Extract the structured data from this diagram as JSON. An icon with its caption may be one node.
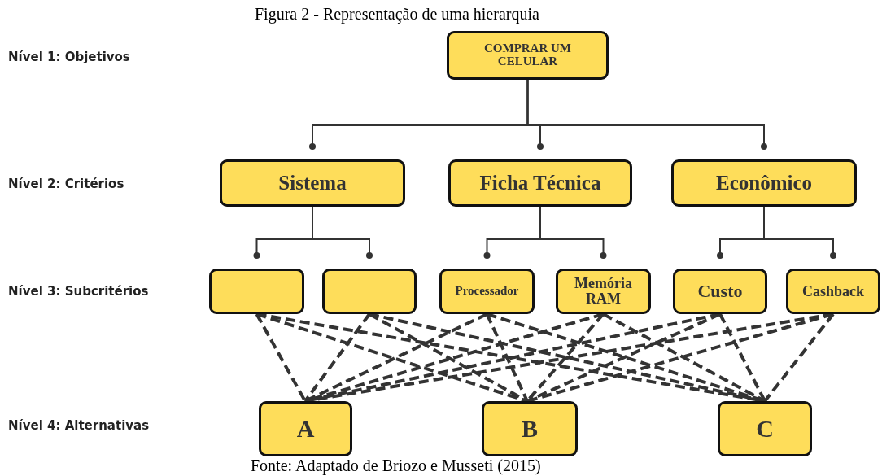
{
  "diagram": {
    "title": "Figura 2 - Representação de uma hierarquia",
    "caption": "Fonte: Adaptado de Briozo e Musseti (2015)",
    "nodes": [
      {
        "text": [
          "COMPRAR UM CELULAR"
        ]
      },
      {
        "text": [
          "Sistema"
        ]
      },
      {
        "text": [
          "Ficha Técnica"
        ]
      },
      {
        "text": [
          "Econômico"
        ]
      },
      {
        "text": [],
        "shape": "box"
      },
      {
        "text": [],
        "shape": "box"
      },
      {
        "text": [
          "Processador"
        ]
      },
      {
        "text": [
          "Memória RAM"
        ]
      },
      {
        "text": [
          "Custo"
        ]
      },
      {
        "text": [
          "Cashback"
        ]
      },
      {
        "text": [
          "A"
        ]
      },
      {
        "text": [
          "B"
        ]
      },
      {
        "text": [
          "C"
        ]
      }
    ],
    "edges": [
      {
        "from": 0,
        "to": 1,
        "arrow": "other"
      },
      {
        "from": 0,
        "to": 2,
        "arrow": "other"
      },
      {
        "from": 0,
        "to": 3,
        "arrow": "other"
      },
      {
        "from": 1,
        "to": 4,
        "arrow": "other"
      },
      {
        "from": 1,
        "to": 5,
        "arrow": "other"
      },
      {
        "from": 2,
        "to": 6,
        "arrow": "other"
      },
      {
        "from": 2,
        "to": 7,
        "arrow": "other"
      },
      {
        "from": 3,
        "to": 8,
        "arrow": "other"
      },
      {
        "from": 3,
        "to": 9,
        "arrow": "other"
      },
      {
        "from": 4,
        "to": 10,
        "arrow": "none",
        "style": "dashed"
      },
      {
        "from": 4,
        "to": 11,
        "arrow": "none",
        "style": "dashed"
      },
      {
        "from": 4,
        "to": 12,
        "arrow": "none",
        "style": "dashed"
      },
      {
        "from": 5,
        "to": 10,
        "arrow": "none",
        "style": "dashed"
      },
      {
        "from": 5,
        "to": 11,
        "arrow": "none",
        "style": "dashed"
      },
      {
        "from": 5,
        "to": 12,
        "arrow": "none",
        "style": "dashed"
      },
      {
        "from": 6,
        "to": 10,
        "arrow": "none",
        "style": "dashed"
      },
      {
        "from": 6,
        "to": 11,
        "arrow": "none",
        "style": "dashed"
      },
      {
        "from": 6,
        "to": 12,
        "arrow": "none",
        "style": "dashed"
      },
      {
        "from": 7,
        "to": 10,
        "arrow": "none",
        "style": "dashed"
      },
      {
        "from": 7,
        "to": 11,
        "arrow": "none",
        "style": "dashed"
      },
      {
        "from": 7,
        "to": 12,
        "arrow": "none",
        "style": "dashed"
      },
      {
        "from": 8,
        "to": 10,
        "arrow": "none",
        "style": "dashed"
      },
      {
        "from": 8,
        "to": 11,
        "arrow": "none",
        "style": "dashed"
      },
      {
        "from": 8,
        "to": 12,
        "arrow": "none",
        "style": "dashed"
      },
      {
        "from": 9,
        "to": 10,
        "arrow": "none",
        "style": "dashed"
      },
      {
        "from": 9,
        "to": 11,
        "arrow": "none",
        "style": "dashed"
      },
      {
        "from": 9,
        "to": 12,
        "arrow": "none",
        "style": "dashed"
      }
    ],
    "labels": [
      "Nível 1: Objetivos",
      "Nível 2: Critérios",
      "Nível 3: Subcritérios",
      "Nível 4: Alternativas"
    ]
  }
}
